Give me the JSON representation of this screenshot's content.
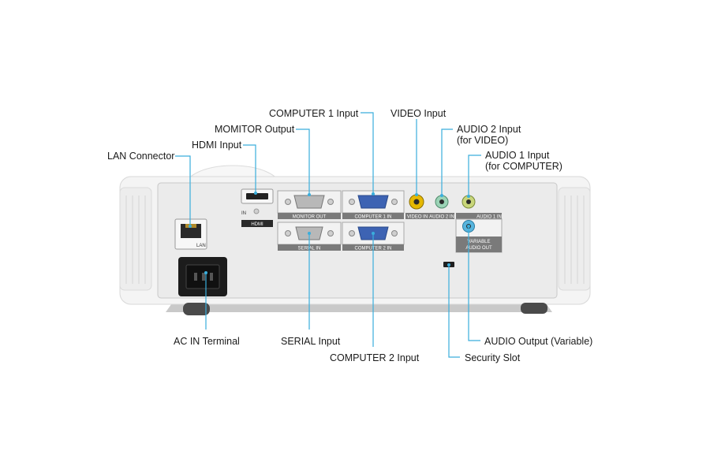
{
  "callouts": {
    "computer1_input": "COMPUTER 1 Input",
    "video_input": "VIDEO Input",
    "monitor_output": "MOMITOR Output",
    "audio2_input_line1": "AUDIO 2 Input",
    "audio2_input_line2": "(for VIDEO)",
    "hdmi_input": "HDMI Input",
    "audio1_input_line1": "AUDIO 1 Input",
    "audio1_input_line2": "(for COMPUTER)",
    "lan_connector": "LAN Connector",
    "ac_in_terminal": "AC IN Terminal",
    "serial_input": "SERIAL Input",
    "audio_output_variable": "AUDIO Output (Variable)",
    "computer2_input": "COMPUTER 2 Input",
    "security_slot": "Security Slot"
  },
  "port_labels": {
    "monitor_out": "MONITOR OUT",
    "computer1_in": "COMPUTER 1 IN",
    "video_in": "VIDEO IN",
    "audio2_in": "AUDIO 2 IN",
    "audio1_in": "AUDIO 1 IN",
    "serial_in": "SERIAL IN",
    "computer2_in": "COMPUTER 2 IN",
    "variable_audio_out_line1": "VARIABLE",
    "variable_audio_out_line2": "AUDIO OUT",
    "lan": "LAN",
    "hdmi_in": "IN",
    "hdmi_logo": "HDMI"
  },
  "colors": {
    "leader": "#3aaedc",
    "body": "#f3f3f3",
    "panel": "#e9e9e9",
    "label_bar": "#7a7a7a",
    "vga_blue": "#3d63b3",
    "video_yellow": "#e5b800",
    "audio_green": "#9bd3b6",
    "audio_blue": "#57b5de"
  }
}
